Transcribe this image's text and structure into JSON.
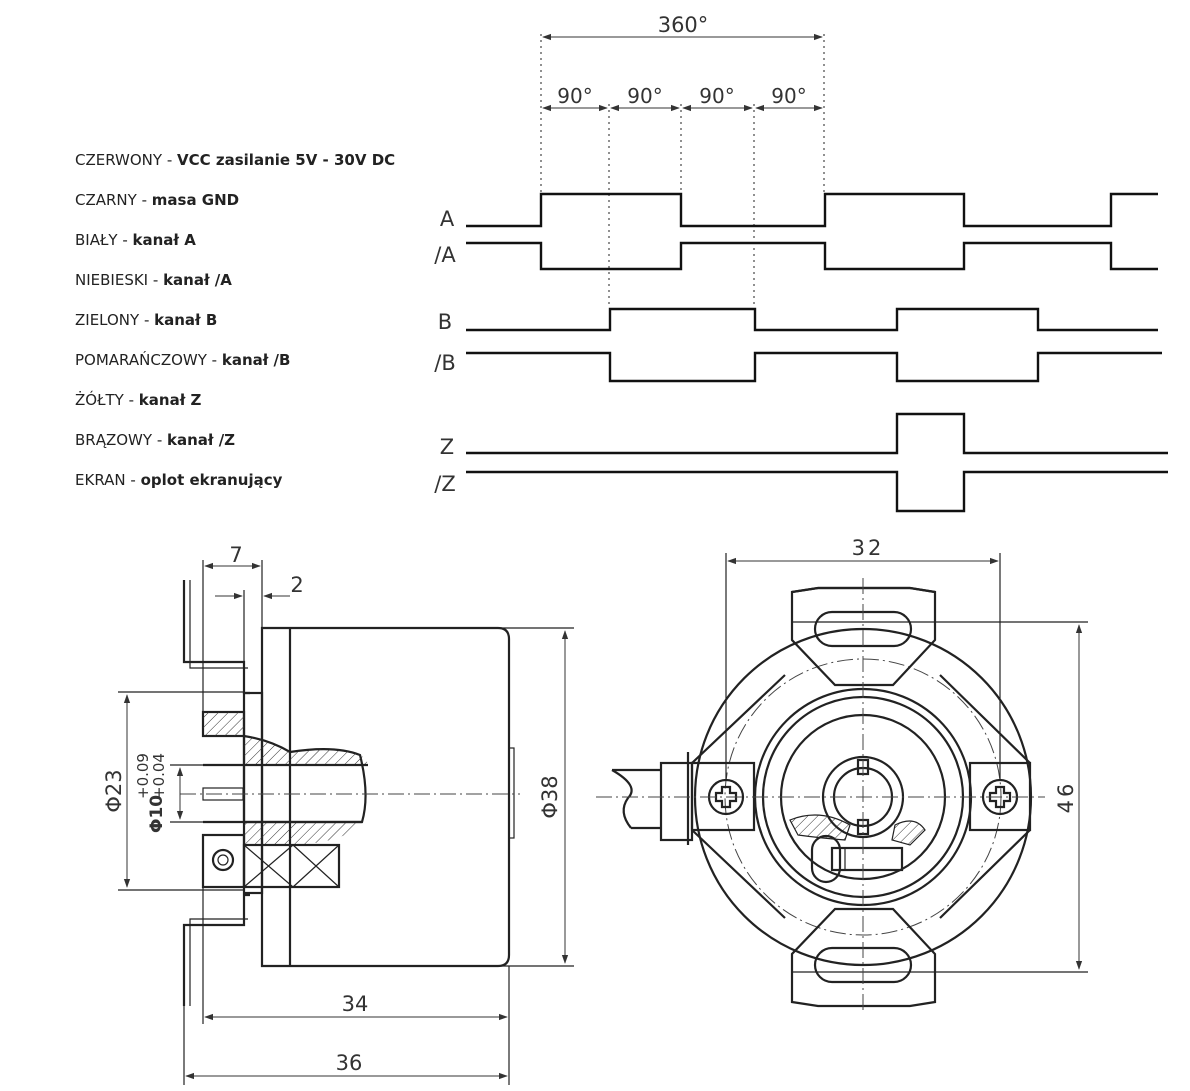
{
  "wiring": [
    {
      "color": "CZERWONY",
      "function": "VCC zasilanie 5V - 30V DC"
    },
    {
      "color": "CZARNY",
      "function": "masa GND"
    },
    {
      "color": "BIAŁY",
      "function": "kanał A"
    },
    {
      "color": "NIEBIESKI",
      "function": "kanał /A"
    },
    {
      "color": "ZIELONY",
      "function": "kanał B"
    },
    {
      "color": "POMARAŃCZOWY",
      "function": "kanał /B"
    },
    {
      "color": "ŻÓŁTY",
      "function": "kanał Z"
    },
    {
      "color": "BRĄZOWY",
      "function": "kanał /Z"
    },
    {
      "color": "EKRAN",
      "function": "oplot ekranujący"
    }
  ],
  "timing": {
    "period_label": "360°",
    "quarter_labels": [
      "90°",
      "90°",
      "90°",
      "90°"
    ],
    "channels": [
      "A",
      "/A",
      "B",
      "/B",
      "Z",
      "/Z"
    ]
  },
  "dimensions": {
    "flange_width": "7",
    "flange_offset": "2",
    "bore_diameter": "Φ23",
    "shaft_diameter": "Φ10",
    "shaft_tolerance_upper": "+0.09",
    "shaft_tolerance_lower": "+0.04",
    "body_diameter": "Φ38",
    "body_length": "34",
    "total_length": "36",
    "mount_width": "32",
    "mount_height": "46"
  }
}
